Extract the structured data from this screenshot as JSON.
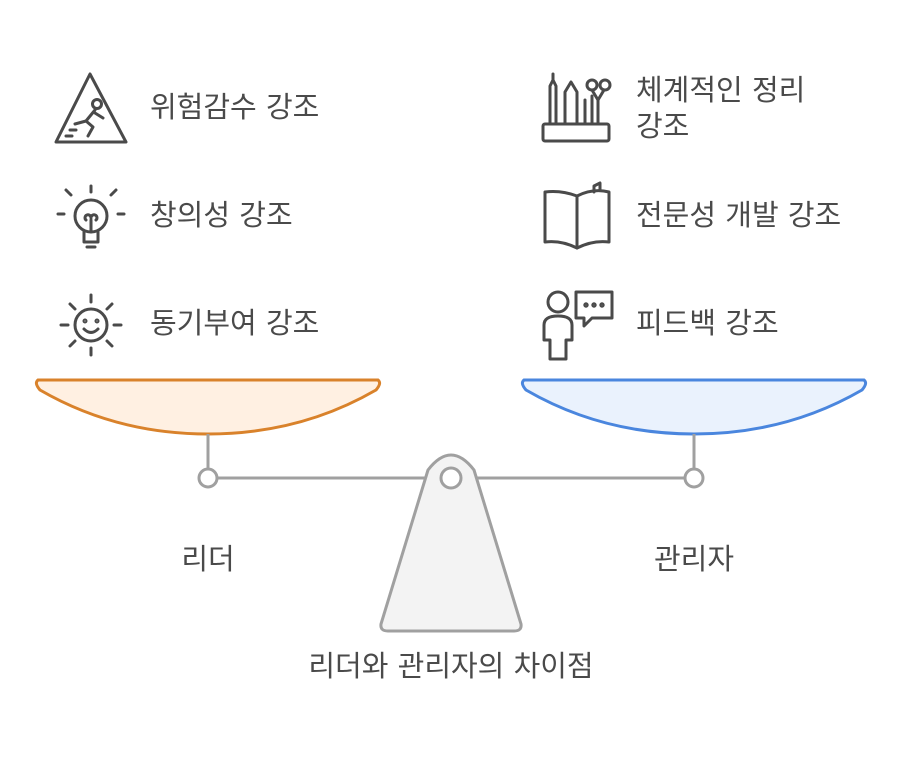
{
  "title": "리더와 관리자의 차이점",
  "left": {
    "label": "리더",
    "items": [
      {
        "text": "위험감수 강조",
        "icon": "warning-slip-icon"
      },
      {
        "text": "창의성 강조",
        "icon": "lightbulb-icon"
      },
      {
        "text": "동기부여 강조",
        "icon": "smiling-sun-icon"
      }
    ],
    "pan_fill": "#fff0e2",
    "pan_stroke": "#d9822b"
  },
  "right": {
    "label": "관리자",
    "items": [
      {
        "text": "체계적인 정리",
        "text2": "강조",
        "icon": "tools-cup-icon"
      },
      {
        "text": "전문성 개발 강조",
        "icon": "open-book-icon"
      },
      {
        "text": "피드백 강조",
        "icon": "person-chat-icon"
      }
    ],
    "pan_fill": "#eaf2fd",
    "pan_stroke": "#4a86de"
  },
  "colors": {
    "text": "#4a4a4a",
    "beam": "#a0a0a0",
    "base_fill": "#f3f3f3"
  }
}
